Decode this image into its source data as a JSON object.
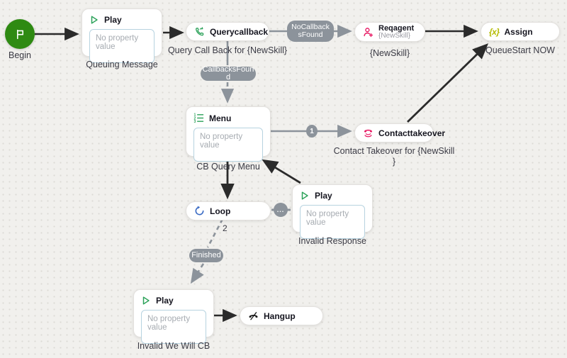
{
  "palette": {
    "begin_green": "#2e8a12",
    "icon_green": "#2aa158",
    "icon_pink": "#e81a64",
    "icon_blue": "#3a6bc4",
    "icon_olive": "#b4bb00",
    "pill_gray": "#8c939b",
    "line_black": "#2b2b2b",
    "line_gray": "#8c939b"
  },
  "nodes": {
    "begin": {
      "label": "Begin"
    },
    "queuing_message": {
      "title": "Play",
      "placeholder": "No property value",
      "label": "Queuing Message"
    },
    "querycallback": {
      "title": "Querycallback",
      "label": "Query Call Back for {NewSkill}"
    },
    "reqagent": {
      "title": "Reqagent",
      "subtitle": "{NewSkill}",
      "label": "{NewSkill}"
    },
    "assign": {
      "icon_text": "{x}",
      "title": "Assign",
      "label": "QueueStart NOW"
    },
    "menu": {
      "title": "Menu",
      "placeholder": "No property value",
      "label": "CB Query Menu"
    },
    "contacttakeover": {
      "title": "Contacttakeover",
      "label": "Contact Takeover for {NewSkill\n}"
    },
    "loop": {
      "title": "Loop"
    },
    "invalid_response": {
      "title": "Play",
      "placeholder": "No property value",
      "label": "Invalid Response"
    },
    "invalid_we_will_cb": {
      "title": "Play",
      "placeholder": "No property value",
      "label": "Invalid We Will CB"
    },
    "hangup": {
      "title": "Hangup"
    }
  },
  "connectors": {
    "no_callbacks_found": "NoCallbacksFound",
    "callbacks_found": "CallbacksFound",
    "branch_1": "1",
    "loop_next": "...",
    "loop_count": "2",
    "finished": "Finished"
  }
}
